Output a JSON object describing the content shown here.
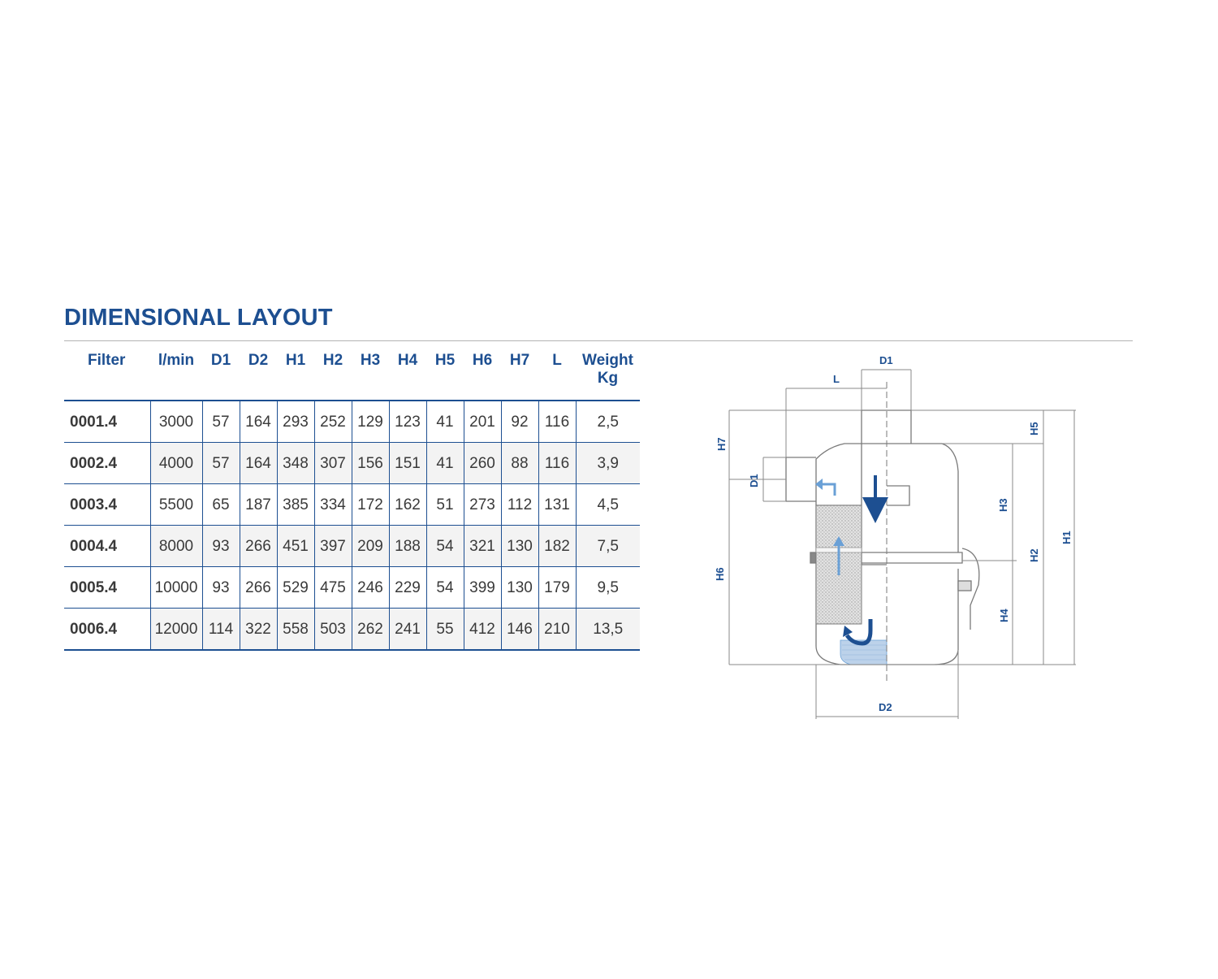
{
  "title": "DIMENSIONAL LAYOUT",
  "table": {
    "headers": [
      "Filter",
      "l/min",
      "D1",
      "D2",
      "H1",
      "H2",
      "H3",
      "H4",
      "H5",
      "H6",
      "H7",
      "L",
      "Weight",
      "Kg"
    ],
    "rows": [
      {
        "filter": "0001.4",
        "lmin": "3000",
        "d1": "57",
        "d2": "164",
        "h1": "293",
        "h2": "252",
        "h3": "129",
        "h4": "123",
        "h5": "41",
        "h6": "201",
        "h7": "92",
        "l": "116",
        "weight": "2,5"
      },
      {
        "filter": "0002.4",
        "lmin": "4000",
        "d1": "57",
        "d2": "164",
        "h1": "348",
        "h2": "307",
        "h3": "156",
        "h4": "151",
        "h5": "41",
        "h6": "260",
        "h7": "88",
        "l": "116",
        "weight": "3,9"
      },
      {
        "filter": "0003.4",
        "lmin": "5500",
        "d1": "65",
        "d2": "187",
        "h1": "385",
        "h2": "334",
        "h3": "172",
        "h4": "162",
        "h5": "51",
        "h6": "273",
        "h7": "112",
        "l": "131",
        "weight": "4,5"
      },
      {
        "filter": "0004.4",
        "lmin": "8000",
        "d1": "93",
        "d2": "266",
        "h1": "451",
        "h2": "397",
        "h3": "209",
        "h4": "188",
        "h5": "54",
        "h6": "321",
        "h7": "130",
        "l": "182",
        "weight": "7,5"
      },
      {
        "filter": "0005.4",
        "lmin": "10000",
        "d1": "93",
        "d2": "266",
        "h1": "529",
        "h2": "475",
        "h3": "246",
        "h4": "229",
        "h5": "54",
        "h6": "399",
        "h7": "130",
        "l": "179",
        "weight": "9,5"
      },
      {
        "filter": "0006.4",
        "lmin": "12000",
        "d1": "114",
        "d2": "322",
        "h1": "558",
        "h2": "503",
        "h3": "262",
        "h4": "241",
        "h5": "55",
        "h6": "412",
        "h7": "146",
        "l": "210",
        "weight": "13,5"
      }
    ]
  },
  "diagram": {
    "labels": {
      "d1_top": "D1",
      "l": "L",
      "h5": "H5",
      "h7": "H7",
      "d1_side": "D1",
      "h3": "H3",
      "h2": "H2",
      "h1": "H1",
      "h6": "H6",
      "h4": "H4",
      "d2": "D2"
    },
    "colors": {
      "line": "#7a7a7a",
      "accent": "#1d4f91",
      "flow": "#6aa0d6",
      "mesh": "#cfcfcf"
    }
  }
}
